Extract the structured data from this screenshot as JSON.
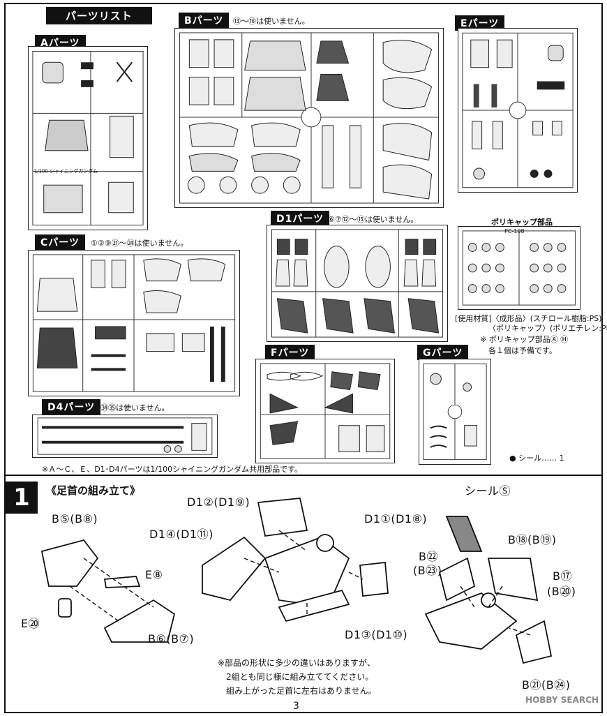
{
  "parts_list": {
    "title": "パーツリスト",
    "A": {
      "header": "Aパーツ"
    },
    "B": {
      "header": "Bパーツ",
      "note": "⑬〜⑯は使いません。"
    },
    "C": {
      "header": "Cパーツ",
      "note": "①②⑨㉑〜㉔は使いません。"
    },
    "D1": {
      "header": "D1パーツ",
      "note": "⑥⑦⑫〜⑮は使いません。"
    },
    "D4": {
      "header": "D4パーツ",
      "note": "㉞㉟は使いません。"
    },
    "E": {
      "header": "Eパーツ"
    },
    "F": {
      "header": "Fパーツ"
    },
    "G": {
      "header": "Gパーツ"
    },
    "polycap": {
      "title": "ポリキャップ部品",
      "code": "PC-108",
      "material_1": "[使用材質]〈成形品〉(スチロール樹脂:PS)",
      "material_2": "〈ポリキャップ〉(ポリエチレン:PE)",
      "spare_1": "※ ポリキャップ部品Ⓐ Ⓗ",
      "spare_2": "各１個は予備です。"
    },
    "seal": "● シール…… 1",
    "shared_note": "※Ａ〜Ｃ、Ｅ、D1･D4パーツは1/100シャイニングガンダム共用部品です。"
  },
  "step1": {
    "number": "1",
    "title": "《足首の組み立て》",
    "labels": {
      "b5_b8": "B⑤(B⑧)",
      "e8": "E⑧",
      "e20": "E⑳",
      "b6_b7": "B⑥(B⑦)",
      "d12_d19": "D1②(D1⑨)",
      "d14_d111": "D1④(D1⑪)",
      "d11_d18": "D1①(D1⑧)",
      "d13_d110": "D1③(D1⑩)",
      "seal_se": "シールⓈ",
      "b22": "B㉒",
      "b23": "(B㉓)",
      "b18_b19": "B⑱(B⑲)",
      "b17": "B⑰",
      "b20": "(B⑳)",
      "b21_b24": "B㉑(B㉔)"
    },
    "note_1": "※部品の形状に多少の違いはありますが、",
    "note_2": "2組とも同じ様に組み立ててください。",
    "note_3": "組み上がった足首に左右はありません。"
  },
  "page_number": "3",
  "watermark": "HOBBY SEARCH"
}
